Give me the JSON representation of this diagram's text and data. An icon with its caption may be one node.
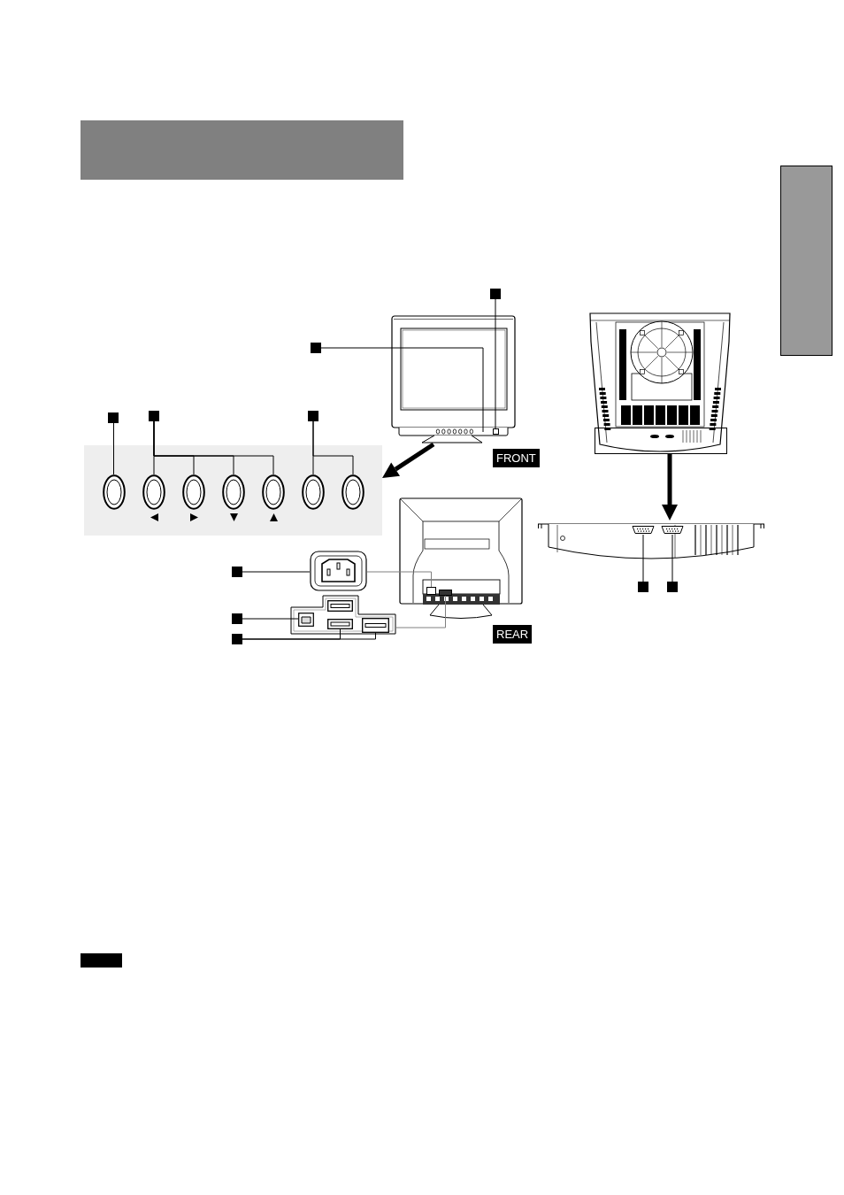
{
  "diagram": {
    "nodes": [
      {
        "text": [],
        "shape": "bar"
      },
      {
        "text": [],
        "shape": "bar"
      },
      {
        "text": [],
        "shape": "box"
      },
      {
        "text": [],
        "shape": "picture"
      },
      {
        "text": [],
        "shape": "box",
        "in": 3
      },
      {
        "text": [],
        "shape": "box"
      },
      {
        "text": [],
        "shape": "picture"
      },
      {
        "text": [],
        "shape": "box",
        "in": 6
      },
      {
        "text": [],
        "shape": "box"
      },
      {
        "text": [],
        "shape": "box"
      },
      {
        "text": [],
        "shape": "box"
      },
      {
        "text": [],
        "shape": "box"
      },
      {
        "text": [],
        "shape": "oval",
        "in": 11
      },
      {
        "text": [],
        "shape": "oval",
        "in": 11
      },
      {
        "text": [],
        "shape": "oval",
        "in": 11
      },
      {
        "text": [],
        "shape": "oval",
        "in": 11
      },
      {
        "text": [],
        "shape": "oval",
        "in": 11
      },
      {
        "text": [],
        "shape": "oval",
        "in": 11
      },
      {
        "text": [],
        "shape": "oval",
        "in": 11
      },
      {
        "text": [],
        "shape": "picture"
      },
      {
        "text": [],
        "shape": "box",
        "in": 19
      },
      {
        "text": [],
        "shape": "box",
        "in": 19
      },
      {
        "text": [],
        "shape": "picture"
      },
      {
        "text": [],
        "shape": "picture",
        "in": 22
      },
      {
        "text": [],
        "shape": "picture",
        "in": 22
      },
      {
        "text": [],
        "shape": "box"
      },
      {
        "text": [],
        "shape": "picture"
      },
      {
        "text": [],
        "shape": "picture"
      },
      {
        "text": [],
        "shape": "picture",
        "in": 27
      },
      {
        "text": [],
        "shape": "picture",
        "in": 27
      },
      {
        "text": [],
        "shape": "picture",
        "in": 27
      },
      {
        "text": [],
        "shape": "picture",
        "in": 27
      },
      {
        "text": [],
        "shape": "box"
      },
      {
        "text": [],
        "shape": "box"
      },
      {
        "text": [],
        "shape": "box"
      },
      {
        "text": [],
        "shape": "box"
      },
      {
        "text": [],
        "shape": "box"
      }
    ],
    "edges": [
      {
        "from": 2,
        "to": 4,
        "arrow": "none"
      },
      {
        "from": 5,
        "to": 3,
        "arrow": "none"
      },
      {
        "from": 3,
        "to": 11,
        "arrow": "to",
        "style": "thick"
      },
      {
        "from": 8,
        "to": 12,
        "arrow": "none"
      },
      {
        "from": 9,
        "to": 13,
        "arrow": "none"
      },
      {
        "from": 9,
        "to": 14,
        "arrow": "none"
      },
      {
        "from": 9,
        "to": 15,
        "arrow": "none"
      },
      {
        "from": 9,
        "to": 16,
        "arrow": "none"
      },
      {
        "from": 10,
        "to": 17,
        "arrow": "none"
      },
      {
        "from": 10,
        "to": 18,
        "arrow": "none"
      },
      {
        "from": 7,
        "to": 22,
        "arrow": "to",
        "style": "thick"
      },
      {
        "from": 26,
        "to": 20,
        "arrow": "none",
        "color": "#808080"
      },
      {
        "from": 27,
        "to": 21,
        "arrow": "none",
        "color": "#808080"
      },
      {
        "from": 25,
        "to": 26,
        "arrow": "none"
      },
      {
        "from": 32,
        "to": 28,
        "arrow": "none"
      },
      {
        "from": 33,
        "to": 30,
        "arrow": "none"
      },
      {
        "from": 33,
        "to": 31,
        "arrow": "none"
      },
      {
        "from": 34,
        "to": 23,
        "arrow": "none"
      },
      {
        "from": 35,
        "to": 24,
        "arrow": "none"
      }
    ],
    "labels": [
      "FRONT",
      "REAR"
    ]
  }
}
